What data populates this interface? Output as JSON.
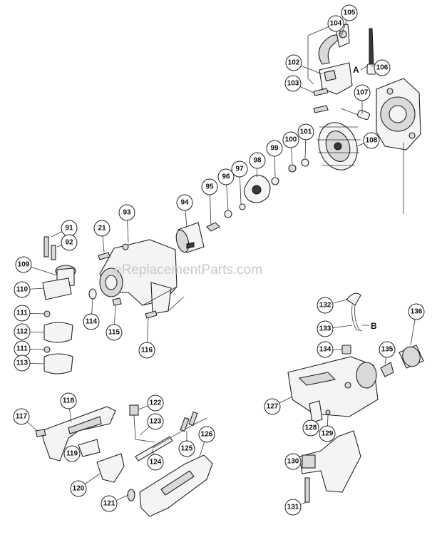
{
  "watermark": "eReplacementParts.com",
  "reference_marks": [
    "A",
    "B"
  ],
  "parts": [
    {
      "id": "a",
      "label": "105"
    },
    {
      "id": "b",
      "label": "104"
    },
    {
      "id": "c",
      "label": "102"
    },
    {
      "id": "d",
      "label": "106"
    },
    {
      "id": "e",
      "label": "103"
    },
    {
      "id": "f",
      "label": "107"
    },
    {
      "id": "g",
      "label": "101"
    },
    {
      "id": "h",
      "label": "100"
    },
    {
      "id": "i",
      "label": "108"
    },
    {
      "id": "j",
      "label": "99"
    },
    {
      "id": "k",
      "label": "98"
    },
    {
      "id": "l",
      "label": "97"
    },
    {
      "id": "m",
      "label": "96"
    },
    {
      "id": "n",
      "label": "95"
    },
    {
      "id": "o",
      "label": "94"
    },
    {
      "id": "p",
      "label": "93"
    },
    {
      "id": "q",
      "label": "21"
    },
    {
      "id": "r",
      "label": "91"
    },
    {
      "id": "s",
      "label": "92"
    },
    {
      "id": "t",
      "label": "109"
    },
    {
      "id": "u",
      "label": "110"
    },
    {
      "id": "v",
      "label": "111"
    },
    {
      "id": "w",
      "label": "112"
    },
    {
      "id": "x",
      "label": "111"
    },
    {
      "id": "y",
      "label": "113"
    },
    {
      "id": "z",
      "label": "114"
    },
    {
      "id": "aa",
      "label": "115"
    },
    {
      "id": "ab",
      "label": "116"
    },
    {
      "id": "ac",
      "label": "132"
    },
    {
      "id": "ad",
      "label": "136"
    },
    {
      "id": "ae",
      "label": "133"
    },
    {
      "id": "af",
      "label": "134"
    },
    {
      "id": "ag",
      "label": "135"
    },
    {
      "id": "ah",
      "label": "127"
    },
    {
      "id": "ai",
      "label": "128"
    },
    {
      "id": "aj",
      "label": "129"
    },
    {
      "id": "ak",
      "label": "130"
    },
    {
      "id": "al",
      "label": "131"
    },
    {
      "id": "am",
      "label": "118"
    },
    {
      "id": "an",
      "label": "117"
    },
    {
      "id": "ao",
      "label": "119"
    },
    {
      "id": "ap",
      "label": "120"
    },
    {
      "id": "aq",
      "label": "121"
    },
    {
      "id": "ar",
      "label": "122"
    },
    {
      "id": "as",
      "label": "123"
    },
    {
      "id": "at",
      "label": "124"
    },
    {
      "id": "au",
      "label": "125"
    },
    {
      "id": "av",
      "label": "126"
    }
  ]
}
